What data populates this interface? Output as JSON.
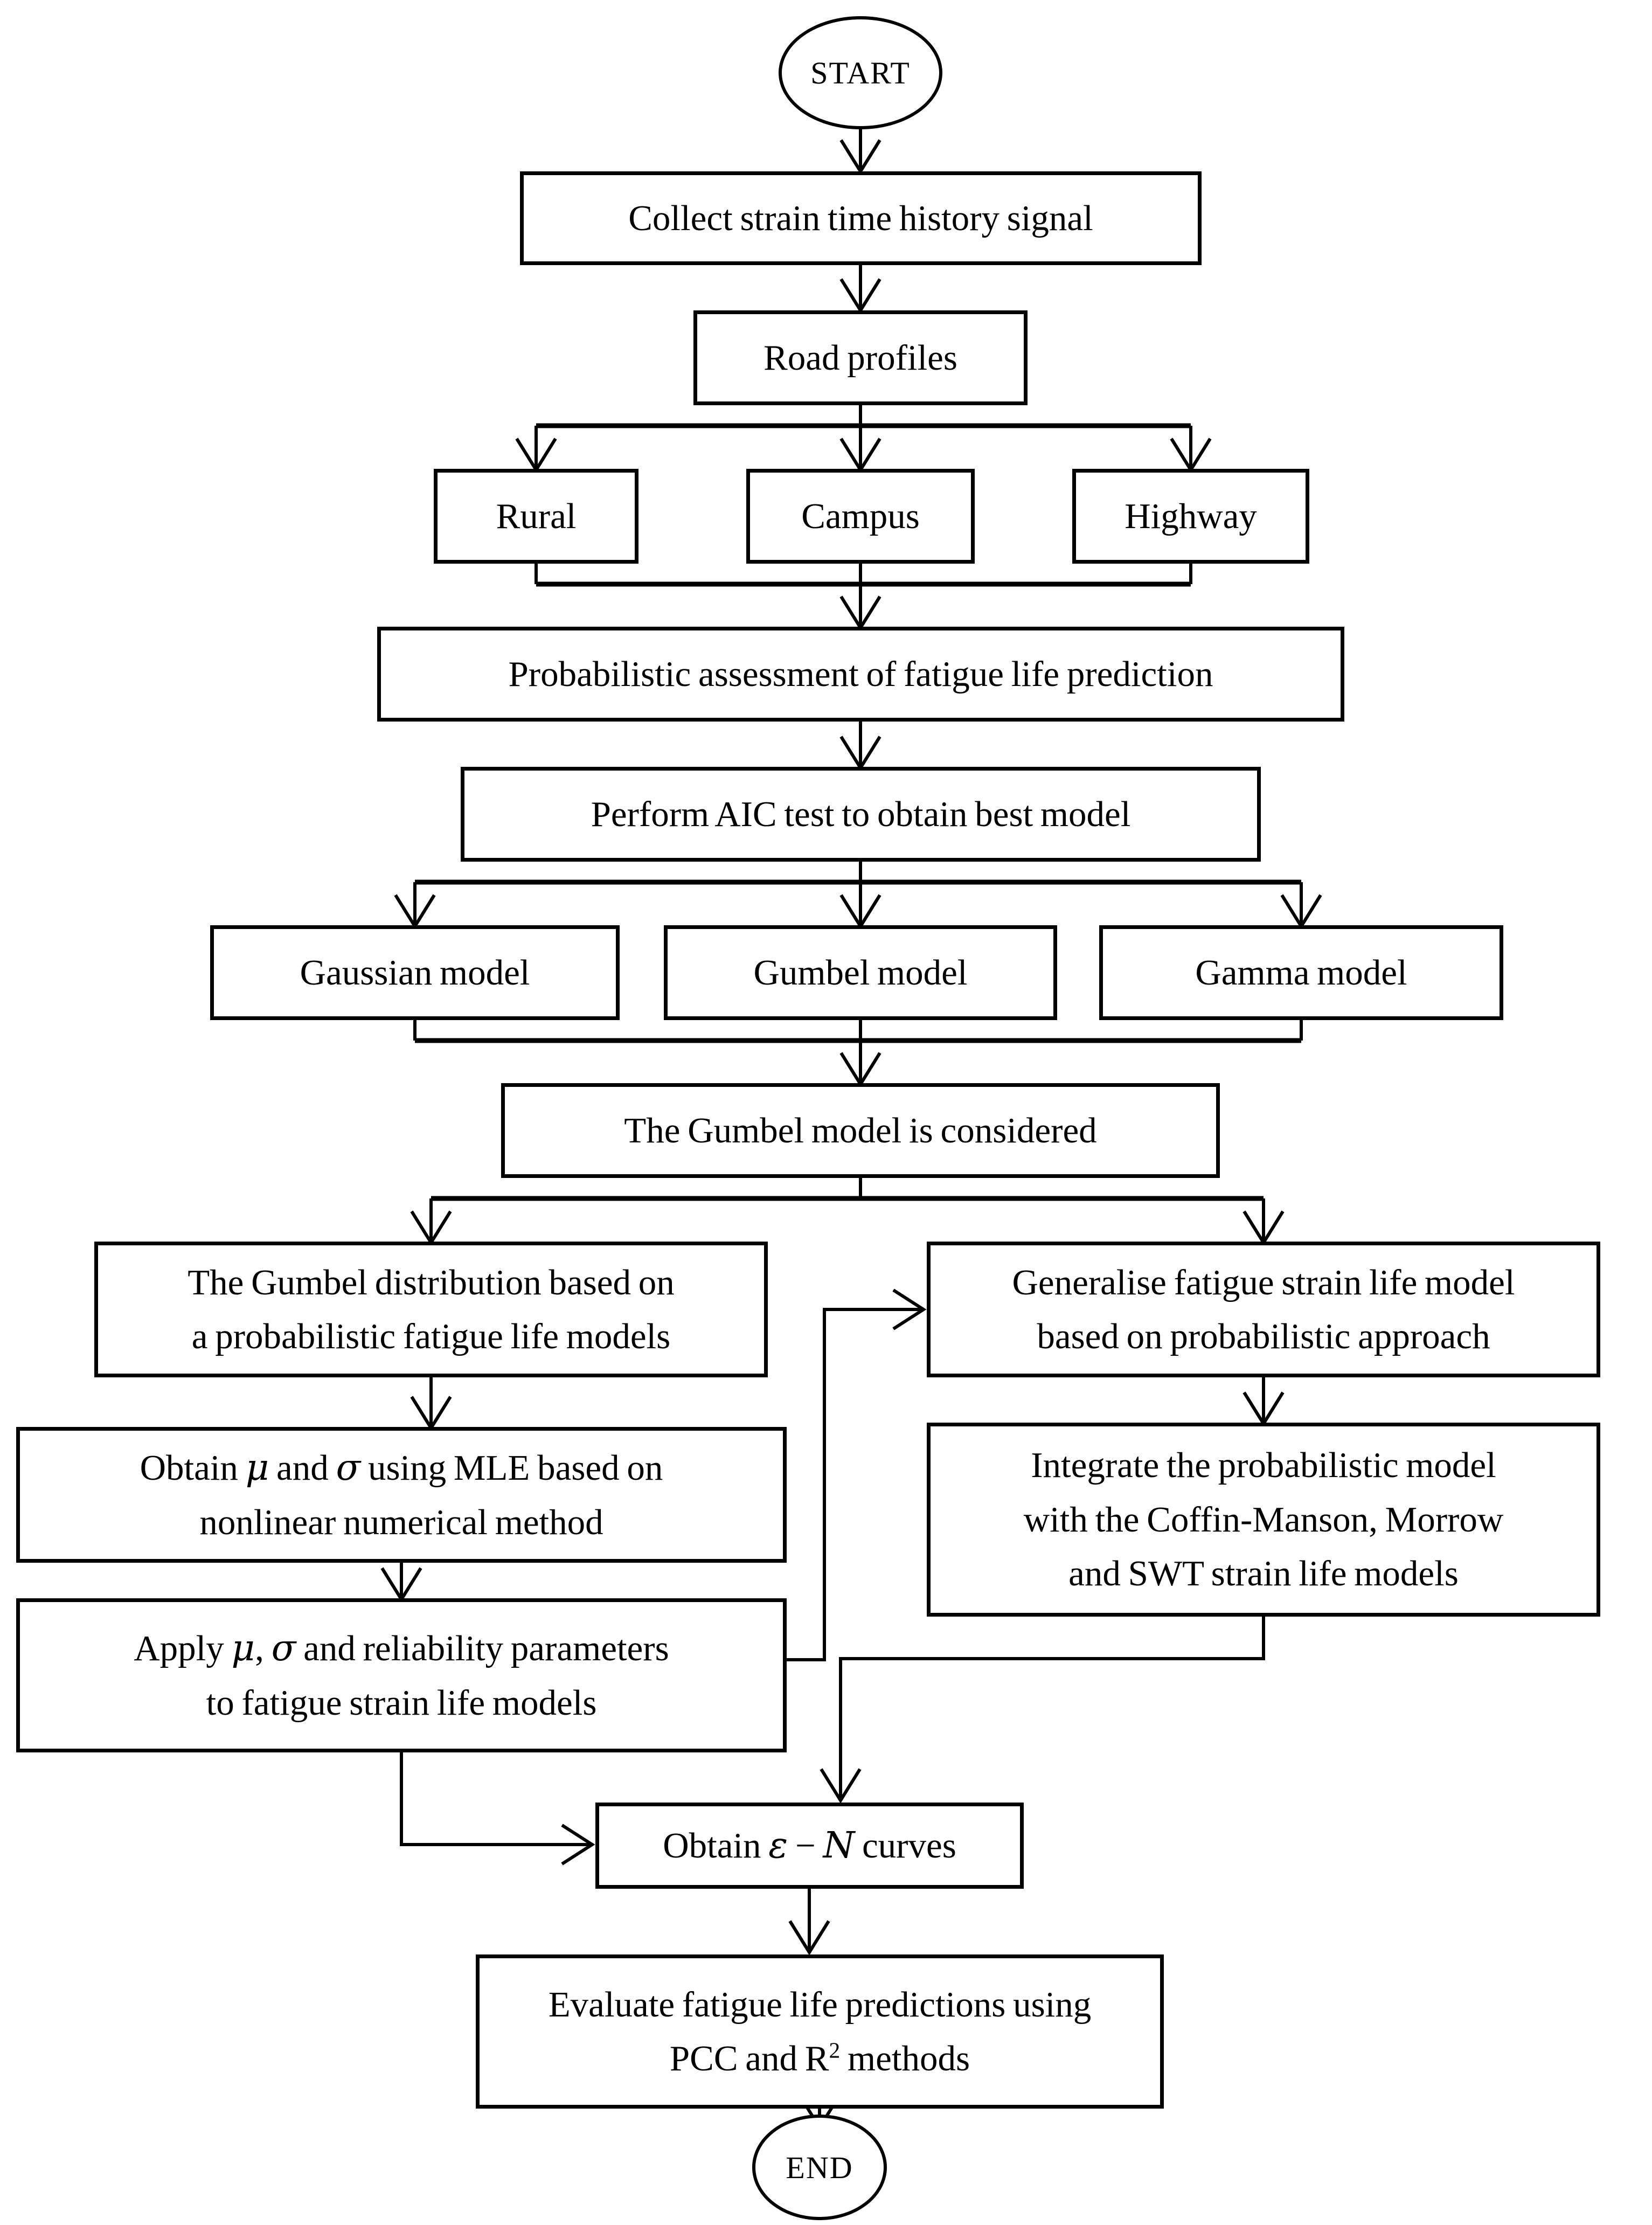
{
  "colors": {
    "ink": "#000000",
    "background": "#ffffff"
  },
  "flowchart": {
    "start": {
      "label": "START"
    },
    "collect": {
      "label": "Collect strain time history signal"
    },
    "road": {
      "label": "Road profiles"
    },
    "rural": {
      "label": "Rural"
    },
    "campus": {
      "label": "Campus"
    },
    "highway": {
      "label": "Highway"
    },
    "assessment": {
      "label": "Probabilistic assessment of fatigue life prediction"
    },
    "aic": {
      "label": "Perform AIC test to obtain best model"
    },
    "gaussian": {
      "label": "Gaussian model"
    },
    "gumbel": {
      "label": "Gumbel model"
    },
    "gamma": {
      "label": "Gamma model"
    },
    "considered": {
      "label": "The Gumbel model is considered"
    },
    "gumbel_dist": {
      "line1": "The Gumbel distribution based on",
      "line2": "a probabilistic fatigue life models"
    },
    "obtain_mle": {
      "l1_pre": "Obtain ",
      "mu": "μ",
      "l1_mid": " and ",
      "sigma": "σ",
      "l1_post": " using MLE based on",
      "line2": "nonlinear numerical method"
    },
    "apply": {
      "l1_pre": "Apply ",
      "mu": "μ",
      "l1_mid": ", ",
      "sigma": "σ",
      "l1_post": " and reliability parameters",
      "line2": "to fatigue strain life models"
    },
    "generalise": {
      "line1": "Generalise fatigue strain life model",
      "line2": "based on probabilistic approach"
    },
    "integrate": {
      "line1": "Integrate the probabilistic model",
      "line2": "with the Coffin-Manson, Morrow",
      "line3": "and SWT strain life models"
    },
    "curves": {
      "pre": "Obtain ",
      "epsilon": "ε",
      "minus": " − ",
      "n": "N",
      "post": " curves"
    },
    "evaluate": {
      "line1": "Evaluate fatigue life predictions using",
      "l2_pre": "PCC and R",
      "sup": "2",
      "l2_post": " methods"
    },
    "end": {
      "label": "END"
    }
  }
}
